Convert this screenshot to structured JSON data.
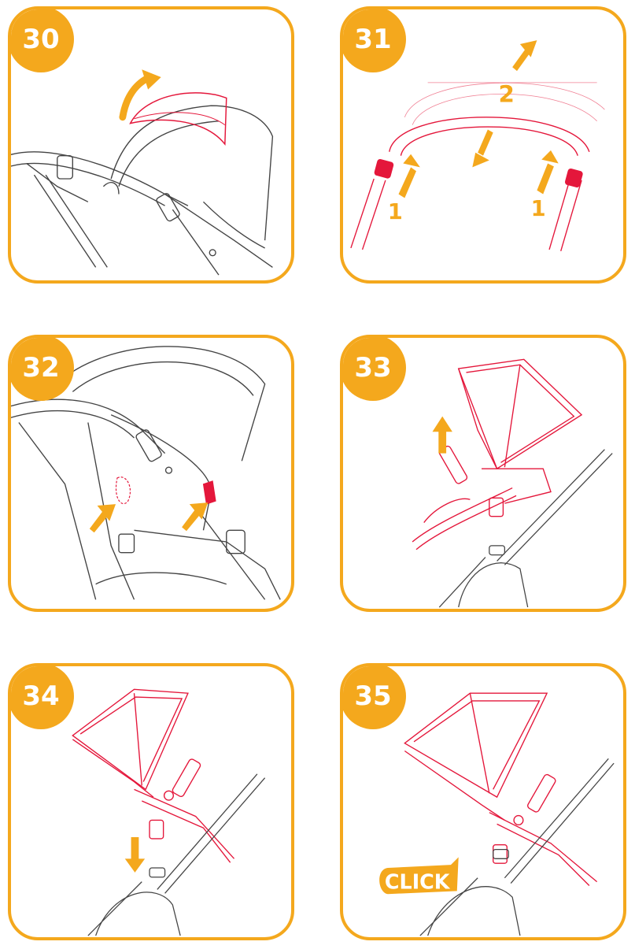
{
  "colors": {
    "accent": "#F4A81D",
    "highlight": "#E4173B",
    "line": "#444444"
  },
  "steps": [
    {
      "number": "30"
    },
    {
      "number": "31",
      "labels": [
        "1",
        "2",
        "1"
      ]
    },
    {
      "number": "32"
    },
    {
      "number": "33"
    },
    {
      "number": "34"
    },
    {
      "number": "35",
      "click_label": "CLICK"
    }
  ]
}
